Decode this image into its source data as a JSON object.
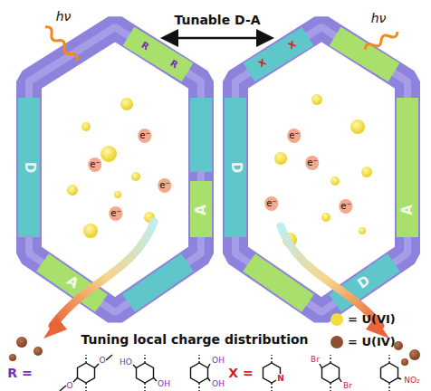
{
  "diagram": {
    "labels": [
      "hν",
      "hν",
      "Tunable D-A",
      "e⁻",
      "e⁻",
      "e⁻",
      "e⁻",
      "e⁻",
      "e⁻",
      "e⁻",
      "e⁻",
      "D",
      "A",
      "A",
      "D",
      "A",
      "D",
      "R",
      "R",
      "X",
      "X",
      "Tuning local charge distribution",
      "R =",
      "X =",
      "O",
      "O",
      "HO",
      "OH",
      "OH",
      "OH",
      "N",
      "Br",
      "Br",
      "NO₂"
    ],
    "legend": [
      {
        "text": "= U(VI)",
        "color": "#f3dc3e"
      },
      {
        "text": "= U(IV)",
        "color": "#8e4f30"
      }
    ]
  }
}
